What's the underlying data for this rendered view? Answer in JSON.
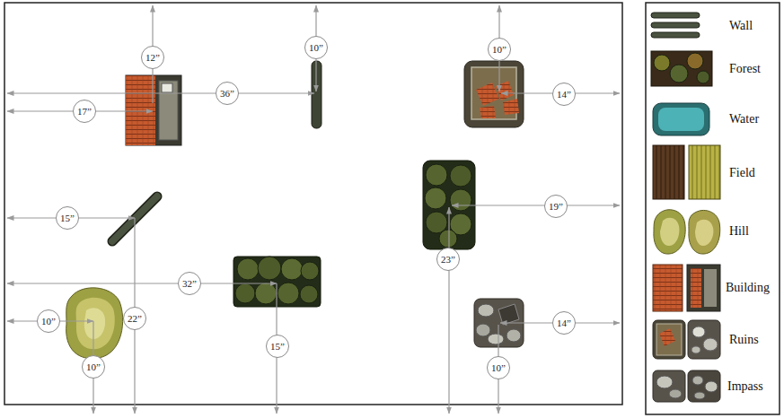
{
  "diagram": {
    "labels": [
      "12”",
      "10”",
      "10”",
      "36”",
      "14”",
      "17”",
      "15”",
      "19”",
      "23”",
      "32”",
      "22”",
      "10”",
      "14”",
      "15”",
      "10”",
      "10”"
    ],
    "legend": [
      {
        "text": "Wall"
      },
      {
        "text": "Forest"
      },
      {
        "text": "Water"
      },
      {
        "text": "Field"
      },
      {
        "text": "Hill"
      },
      {
        "text": "Building"
      },
      {
        "text": "Ruins"
      },
      {
        "text": "Impass"
      }
    ]
  }
}
